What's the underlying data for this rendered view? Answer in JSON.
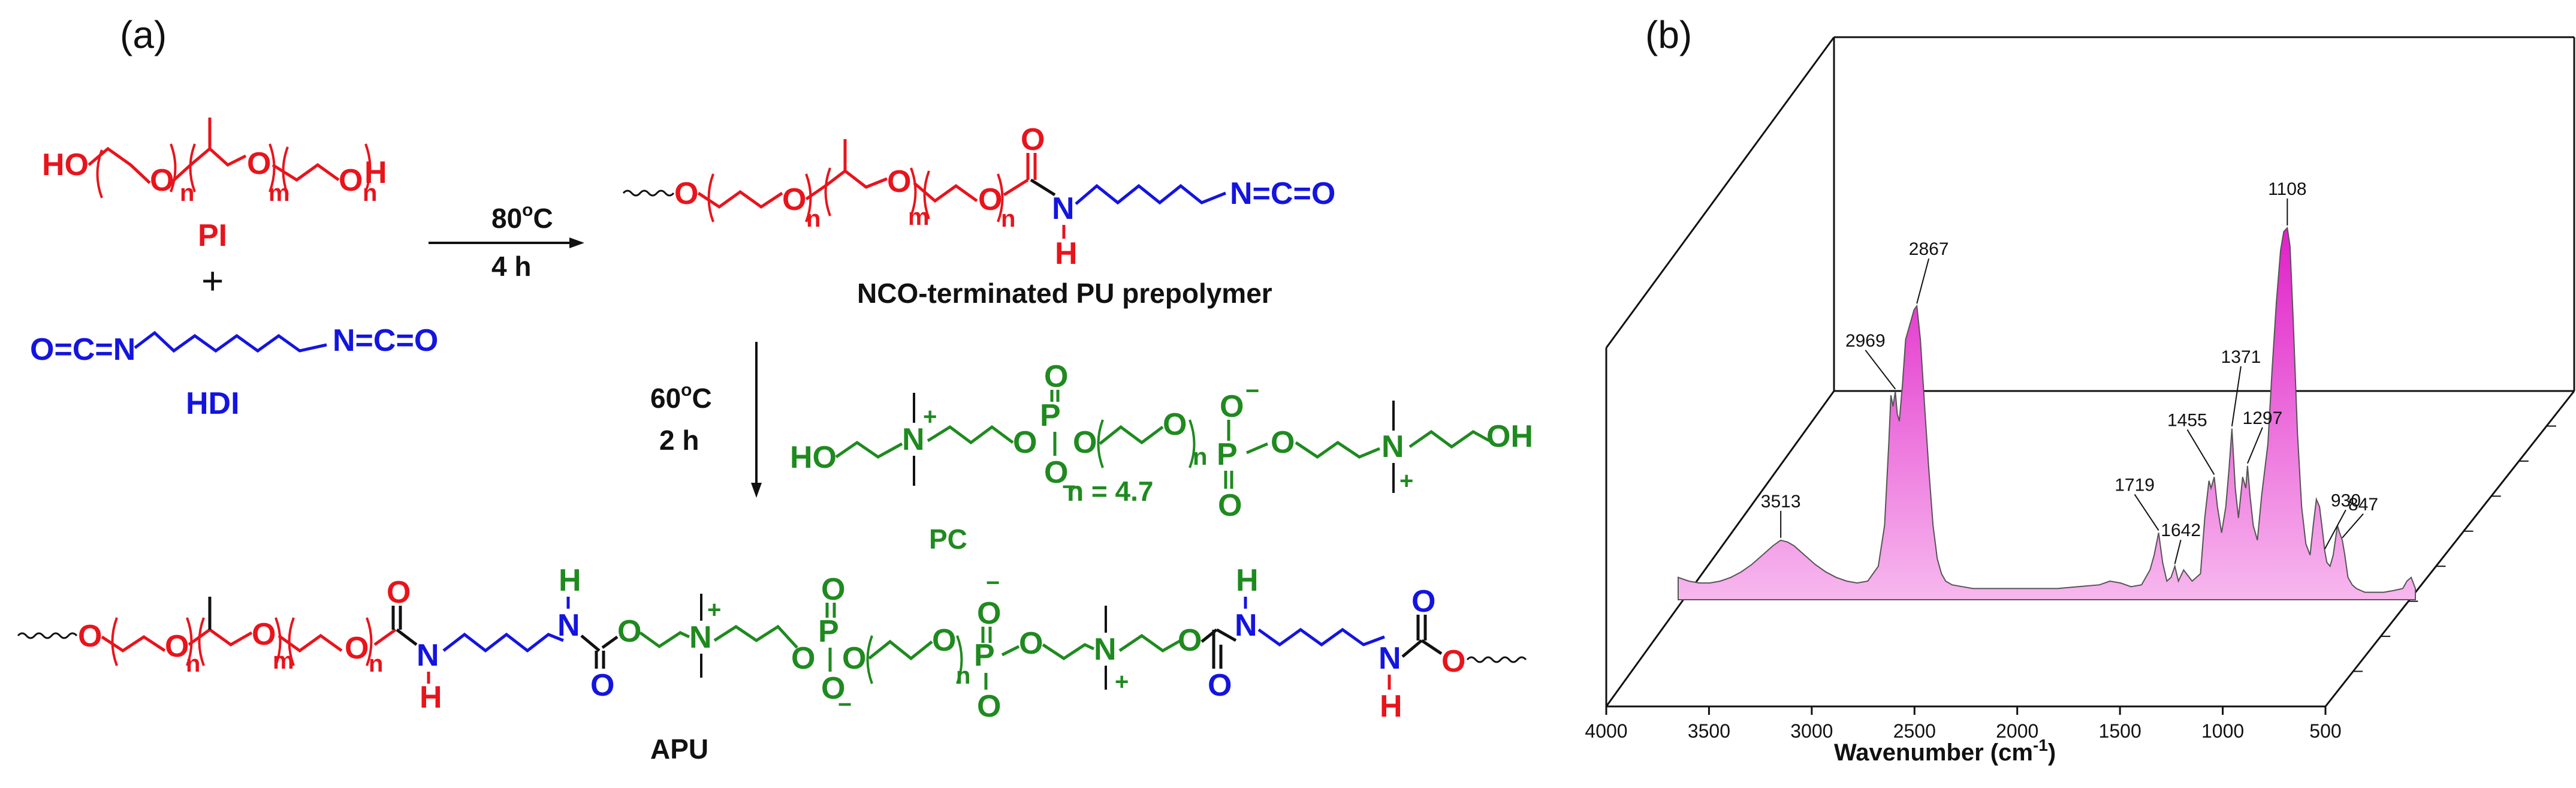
{
  "panel_a": {
    "label": "(a)",
    "pl": {
      "ho": "HO",
      "h": "H",
      "o": "O",
      "n": "n",
      "m": "m",
      "name": "PI"
    },
    "plus": "+",
    "hdi": {
      "left": "O=C=N",
      "right": "N=C=O",
      "name": "HDI"
    },
    "step1": {
      "temp": "80",
      "deg": "o",
      "c": "C",
      "time": "4 h"
    },
    "prepolymer": {
      "o": "O",
      "n": "n",
      "m": "m",
      "nh_n": "N",
      "h": "H",
      "nco": "N=C=O",
      "name": "NCO-terminated PU prepolymer"
    },
    "step2": {
      "temp": "60",
      "deg": "o",
      "c": "C",
      "time": "2 h"
    },
    "pc": {
      "ho_left": "HO",
      "oh_right": "OH",
      "n_atom": "N",
      "plus": "+",
      "minus": "−",
      "p": "P",
      "o": "O",
      "n": "n",
      "neq": "n = 4.7",
      "name": "PC"
    },
    "apu": {
      "o": "O",
      "n": "n",
      "m": "m",
      "nh": "N",
      "h": "H",
      "name": "APU"
    }
  },
  "panel_b": {
    "label": "(b)",
    "chart_data": {
      "type": "area",
      "title": "",
      "xlabel": "Wavenumber (cm⁻¹)",
      "xlabel_main": "Wavenumber (cm",
      "xlabel_sup": "-1",
      "xlabel_close": ")",
      "ylabel": "",
      "x_reversed": true,
      "xlim": [
        4000,
        500
      ],
      "xticks": [
        4000,
        3500,
        3000,
        2500,
        2000,
        1500,
        1000,
        500
      ],
      "xtick_labels": [
        "4000",
        "3500",
        "3000",
        "2500",
        "2000",
        "1500",
        "1000",
        "500"
      ],
      "fill_color": "#e020c8",
      "peaks": [
        {
          "x": 3513,
          "label": "3513"
        },
        {
          "x": 2969,
          "label": "2969"
        },
        {
          "x": 2867,
          "label": "2867"
        },
        {
          "x": 1719,
          "label": "1719"
        },
        {
          "x": 1642,
          "label": "1642"
        },
        {
          "x": 1455,
          "label": "1455"
        },
        {
          "x": 1371,
          "label": "1371"
        },
        {
          "x": 1297,
          "label": "1297"
        },
        {
          "x": 1108,
          "label": "1108"
        },
        {
          "x": 930,
          "label": "930"
        },
        {
          "x": 847,
          "label": "847"
        }
      ],
      "spectrum": {
        "x": [
          4000,
          3950,
          3900,
          3850,
          3800,
          3750,
          3700,
          3650,
          3600,
          3550,
          3513,
          3480,
          3450,
          3400,
          3350,
          3300,
          3250,
          3200,
          3150,
          3100,
          3050,
          3020,
          3000,
          2990,
          2980,
          2969,
          2960,
          2950,
          2935,
          2920,
          2900,
          2880,
          2867,
          2850,
          2830,
          2810,
          2790,
          2770,
          2750,
          2730,
          2700,
          2650,
          2600,
          2500,
          2400,
          2300,
          2200,
          2100,
          2000,
          1950,
          1900,
          1850,
          1800,
          1760,
          1740,
          1719,
          1700,
          1680,
          1660,
          1642,
          1625,
          1600,
          1560,
          1520,
          1500,
          1480,
          1470,
          1455,
          1440,
          1420,
          1400,
          1385,
          1371,
          1355,
          1340,
          1320,
          1305,
          1297,
          1285,
          1270,
          1250,
          1230,
          1200,
          1180,
          1160,
          1140,
          1125,
          1108,
          1095,
          1080,
          1060,
          1040,
          1020,
          1000,
          985,
          970,
          955,
          940,
          930,
          920,
          905,
          890,
          870,
          860,
          847,
          835,
          820,
          800,
          780,
          760,
          740,
          700,
          650,
          600,
          560,
          540,
          520,
          500
        ],
        "y": [
          0.06,
          0.05,
          0.045,
          0.045,
          0.05,
          0.06,
          0.075,
          0.095,
          0.12,
          0.145,
          0.16,
          0.155,
          0.145,
          0.12,
          0.095,
          0.075,
          0.06,
          0.05,
          0.045,
          0.05,
          0.09,
          0.2,
          0.42,
          0.55,
          0.52,
          0.56,
          0.5,
          0.48,
          0.58,
          0.7,
          0.74,
          0.78,
          0.79,
          0.7,
          0.52,
          0.35,
          0.2,
          0.11,
          0.07,
          0.05,
          0.04,
          0.035,
          0.03,
          0.03,
          0.03,
          0.03,
          0.03,
          0.035,
          0.04,
          0.05,
          0.045,
          0.035,
          0.04,
          0.08,
          0.12,
          0.18,
          0.1,
          0.05,
          0.06,
          0.09,
          0.05,
          0.08,
          0.05,
          0.07,
          0.22,
          0.32,
          0.3,
          0.33,
          0.25,
          0.18,
          0.25,
          0.35,
          0.46,
          0.3,
          0.22,
          0.33,
          0.3,
          0.36,
          0.28,
          0.2,
          0.16,
          0.28,
          0.42,
          0.62,
          0.8,
          0.94,
          0.99,
          1.0,
          0.95,
          0.75,
          0.45,
          0.25,
          0.15,
          0.12,
          0.2,
          0.27,
          0.25,
          0.18,
          0.13,
          0.1,
          0.09,
          0.12,
          0.2,
          0.18,
          0.16,
          0.12,
          0.06,
          0.04,
          0.03,
          0.025,
          0.02,
          0.02,
          0.02,
          0.025,
          0.03,
          0.05,
          0.06,
          0.03
        ]
      }
    }
  }
}
